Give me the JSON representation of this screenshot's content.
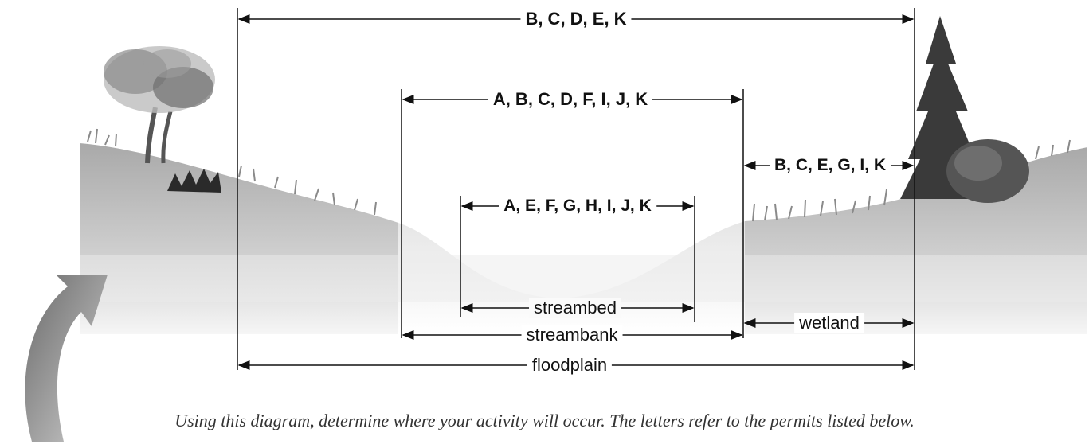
{
  "zones": {
    "outer": {
      "permits": "B, C, D, E, K"
    },
    "streambank_zone": {
      "permits": "A, B, C, D, F, I, J, K"
    },
    "wetland_zone": {
      "permits": "B, C, E, G, I, K"
    },
    "streambed_zone": {
      "permits": "A, E, F, G, H, I, J, K"
    }
  },
  "bottom_labels": {
    "streambed": "streambed",
    "streambank": "streambank",
    "wetland": "wetland",
    "floodplain": "floodplain"
  },
  "caption": "Using this diagram, determine where your activity will occur. The letters refer to the permits listed below."
}
